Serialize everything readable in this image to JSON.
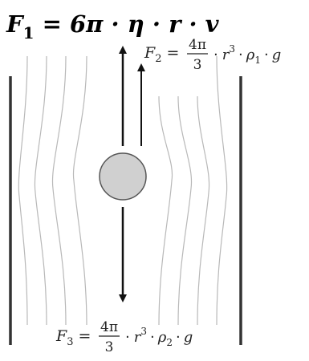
{
  "formula_f1": {
    "F": "F",
    "sub": "1",
    "rhs": " = 6π · η · r · v"
  },
  "formula_f2": {
    "F": "F",
    "sub": "2",
    "eq": "=",
    "num": "4π",
    "den": "3",
    "dot1": "·",
    "r": "r",
    "exp": "3",
    "dot2": "·",
    "rho": "ρ",
    "rho_sub": "1",
    "dot3": "·",
    "g": "g"
  },
  "formula_f3": {
    "F": "F",
    "sub": "3",
    "eq": "=",
    "num": "4π",
    "den": "3",
    "dot1": "·",
    "r": "r",
    "exp": "3",
    "dot2": "·",
    "rho": "ρ",
    "rho_sub": "2",
    "dot3": "·",
    "g": "g"
  },
  "colors": {
    "sphere_fill": "#d0d0d0",
    "sphere_stroke": "#555555",
    "walls": "#333333",
    "flow_lines": "#b8b8b8",
    "arrows": "#111111"
  }
}
